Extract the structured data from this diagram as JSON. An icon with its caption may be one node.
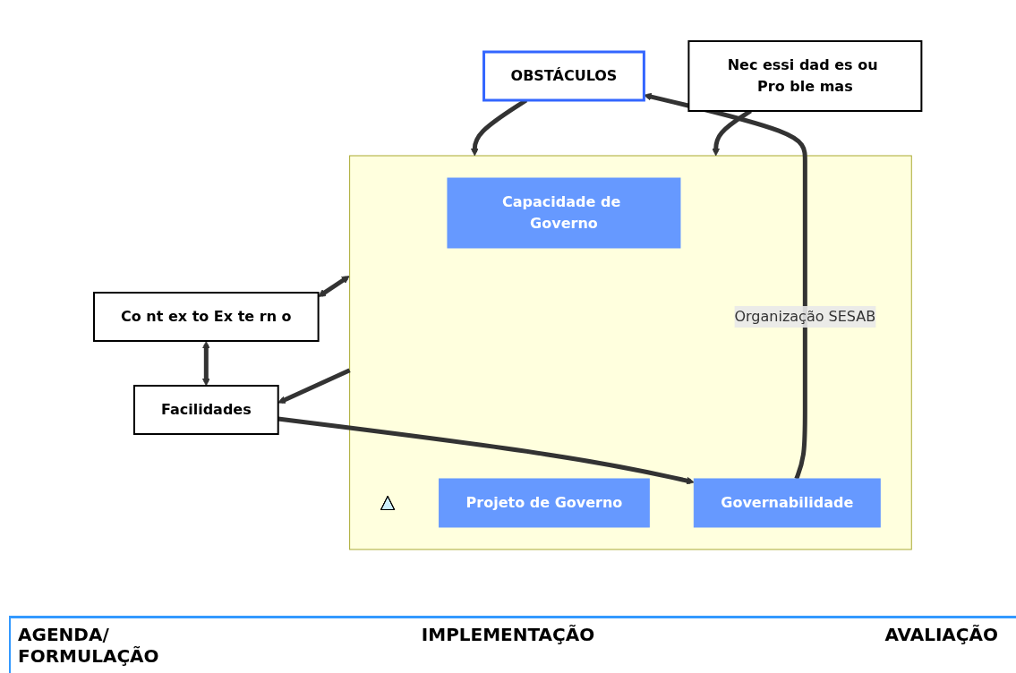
{
  "diagram": {
    "nodes": [
      {
        "text": [
          "OBSTÁCULOS"
        ]
      },
      {
        "text": [],
        "shape": "box"
      },
      {
        "text": [
          "Capacidade de Governo"
        ],
        "in": 1
      },
      {
        "text": [],
        "shape": "triangle",
        "in": 1
      },
      {
        "text": [
          "Projeto de Governo"
        ],
        "in": 1
      },
      {
        "text": [
          "Governabilidade"
        ],
        "in": 1
      },
      {
        "text": [
          "Nec essi dad es ou Pro ble mas"
        ]
      },
      {
        "text": [
          "Co nt ex to Ex te rn o"
        ]
      },
      {
        "text": [
          "Facilidades"
        ]
      }
    ],
    "edges": [
      {
        "from": 0,
        "to": 1,
        "arrow": "to"
      },
      {
        "from": 5,
        "to": 0,
        "arrow": "to",
        "label": "Organização SESAB"
      },
      {
        "from": 6,
        "to": 1,
        "arrow": "to"
      },
      {
        "from": 1,
        "to": 7,
        "arrow": "both"
      },
      {
        "from": 1,
        "to": 8,
        "arrow": "to"
      },
      {
        "from": 8,
        "to": 5,
        "arrow": "to"
      },
      {
        "from": 7,
        "to": 8,
        "arrow": "both"
      }
    ],
    "labels": [
      "AGENDA/ FORMULAÇÃO",
      "IMPLEMENTAÇÃO",
      "AVALIAÇÃO"
    ]
  }
}
